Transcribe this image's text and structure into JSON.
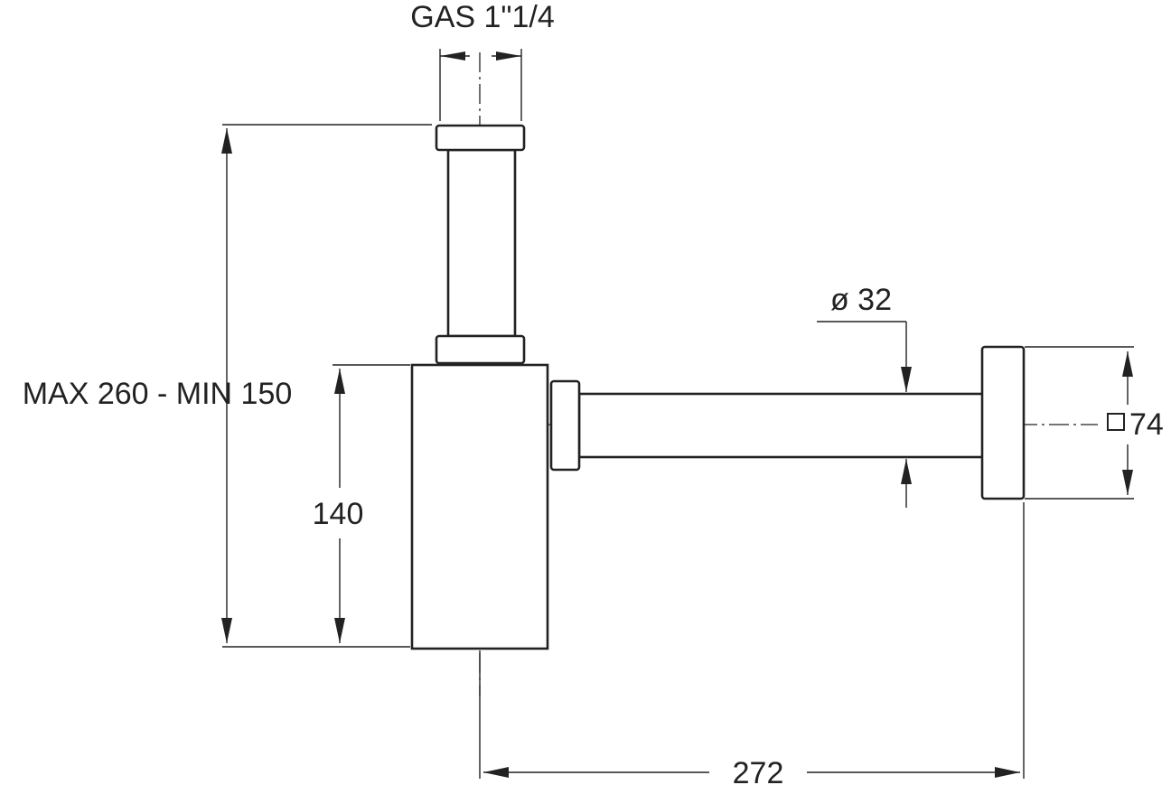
{
  "labels": {
    "gas_thread": "GAS 1\"1/4",
    "height_range": "MAX 260 - MIN 150",
    "body_height": "140",
    "pipe_diameter": "ø 32",
    "rosette_size": "74",
    "total_length": "272"
  },
  "colors": {
    "line": "#222222",
    "background": "#ffffff"
  }
}
